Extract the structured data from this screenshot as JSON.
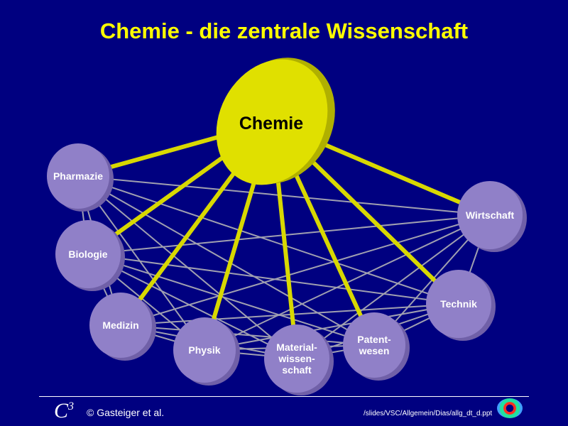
{
  "title": "Chemie - die zentrale Wissenschaft",
  "center": {
    "label": "Chemie",
    "color": "#e0e000"
  },
  "nodes": [
    {
      "id": "pharmazie",
      "lines": [
        "Pharmazie"
      ]
    },
    {
      "id": "biologie",
      "lines": [
        "Biologie"
      ]
    },
    {
      "id": "medizin",
      "lines": [
        "Medizin"
      ]
    },
    {
      "id": "physik",
      "lines": [
        "Physik"
      ]
    },
    {
      "id": "materialwissenschaft",
      "lines": [
        "Material-",
        "wissen-",
        "schaft"
      ]
    },
    {
      "id": "patentwesen",
      "lines": [
        "Patent-",
        "wesen"
      ]
    },
    {
      "id": "technik",
      "lines": [
        "Technik"
      ]
    },
    {
      "id": "wirtschaft",
      "lines": [
        "Wirtschaft"
      ]
    }
  ],
  "colors": {
    "background": "#000080",
    "node": "#9080c8",
    "link_center": "#d8d800",
    "link_peer": "#a0a0b0",
    "title": "#ffff00"
  },
  "footer": {
    "logo": "C",
    "logo_sup": "3",
    "copyright": "© Gasteiger et al.",
    "path": "/slides/VSC/Allgemein/Dias/allg_dt_d.ppt"
  }
}
